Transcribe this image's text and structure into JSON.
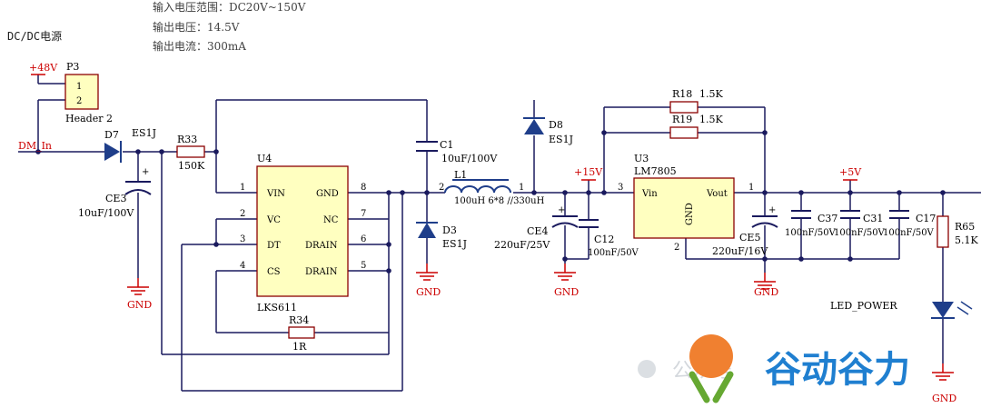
{
  "notes": [
    "输入电压范围：DC20V~150V",
    "输出电压：14.5V",
    "输出电流：300mA"
  ],
  "title": "DC/DC电源",
  "connector": {
    "label": "P3",
    "pin1": "1",
    "pin2": "2",
    "name": "Header 2"
  },
  "rails": {
    "in48": "+48V",
    "v15": "+15V",
    "v5": "+5V"
  },
  "net_dm": "DM_In",
  "diodes": {
    "d7": {
      "ref": "D7",
      "val": "ES1J"
    },
    "d8": {
      "ref": "D8",
      "val": "ES1J"
    },
    "d3": {
      "ref": "D3",
      "val": "ES1J"
    }
  },
  "resistors": {
    "r33": {
      "ref": "R33",
      "val": "150K"
    },
    "r34": {
      "ref": "R34",
      "val": "1R"
    },
    "r18": {
      "ref": "R18",
      "val": "1.5K"
    },
    "r19": {
      "ref": "R19",
      "val": "1.5K"
    },
    "r65": {
      "ref": "R65",
      "val": "5.1K"
    }
  },
  "caps": {
    "ce3": {
      "ref": "CE3",
      "val": "10uF/100V"
    },
    "c1": {
      "ref": "C1",
      "val": "10uF/100V"
    },
    "ce4": {
      "ref": "CE4",
      "val": "220uF/25V"
    },
    "c12": {
      "ref": "C12",
      "val": "100nF/50V"
    },
    "ce5": {
      "ref": "CE5",
      "val": "220uF/16V"
    },
    "c37": {
      "ref": "C37",
      "val": "100nF/50V"
    },
    "c31": {
      "ref": "C31",
      "val": "100nF/50V"
    },
    "c17": {
      "ref": "C17",
      "val": "100nF/50V"
    }
  },
  "inductor": {
    "ref": "L1",
    "val": "100uH 6*8 //330uH",
    "pin2": "2",
    "pin1": "1"
  },
  "u4": {
    "ref": "U4",
    "name": "LKS611",
    "pins_left": [
      {
        "num": "1",
        "name": "VIN"
      },
      {
        "num": "2",
        "name": "VC"
      },
      {
        "num": "3",
        "name": "DT"
      },
      {
        "num": "4",
        "name": "CS"
      }
    ],
    "pins_right": [
      {
        "num": "8",
        "name": "GND"
      },
      {
        "num": "7",
        "name": "NC"
      },
      {
        "num": "6",
        "name": "DRAIN"
      },
      {
        "num": "5",
        "name": "DRAIN"
      }
    ]
  },
  "u3": {
    "ref": "U3",
    "name": "LM7805",
    "vin": "Vin",
    "vout": "Vout",
    "gnd": "GND",
    "p3": "3",
    "p1": "1",
    "p2": "2"
  },
  "gnd_label": "GND",
  "led_label": "LED_POWER",
  "polarity": "+",
  "watermark": {
    "wechat": "公众号",
    "brand": "谷动谷力"
  },
  "colors": {
    "wire": "#1a1a5e",
    "rail": "#cc0000",
    "part": "#8b0000",
    "fill": "#ffffc0",
    "diode": "#1f3e8a"
  }
}
